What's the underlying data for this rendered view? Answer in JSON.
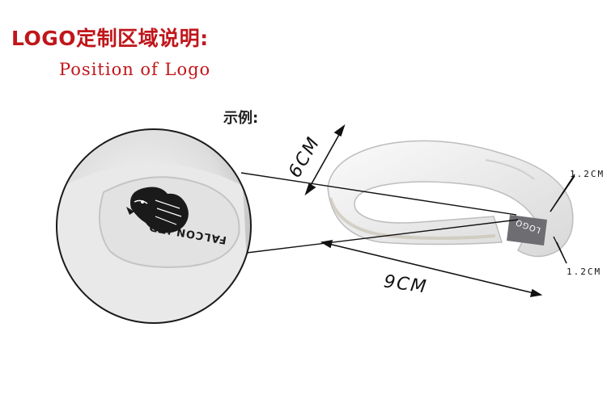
{
  "header": {
    "title_cn": "LOGO定制区域说明:",
    "title_en": "Position of Logo"
  },
  "example_label": "示例:",
  "dimensions": {
    "height_label": "6CM",
    "width_label": "9CM",
    "logo_width_label": "1.2CM",
    "logo_height_label": "1.2CM"
  },
  "product": {
    "logo_print_text": "LOGO",
    "brand_text": "FALCON LTD"
  },
  "colors": {
    "title_red": "#c0161b",
    "logo_box": "#6e6e72"
  }
}
